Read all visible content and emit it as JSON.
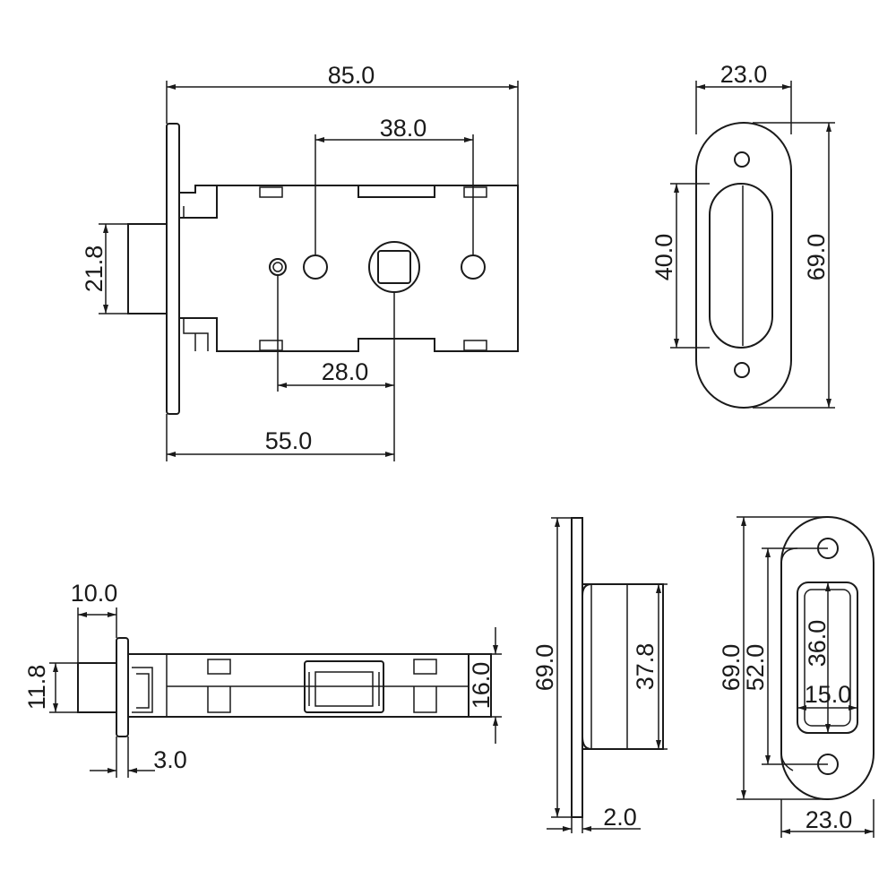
{
  "drawing": {
    "lock_body_front": {
      "overall_length": "85.0",
      "hole_spacing": "38.0",
      "latch_height": "21.8",
      "hole_offset": "28.0",
      "backset": "55.0"
    },
    "strike_plate_top": {
      "width": "23.0",
      "slot_length": "40.0",
      "height": "69.0"
    },
    "latch_side": {
      "latch_length": "10.0",
      "latch_height": "11.8",
      "faceplate_thickness": "3.0",
      "body_height": "16.0"
    },
    "strike_side": {
      "height": "69.0",
      "box_depth": "37.8",
      "plate_thickness": "2.0"
    },
    "strike_plate_front": {
      "height": "69.0",
      "hole_spacing": "52.0",
      "slot_length": "36.0",
      "slot_width": "15.0",
      "width": "23.0"
    }
  }
}
